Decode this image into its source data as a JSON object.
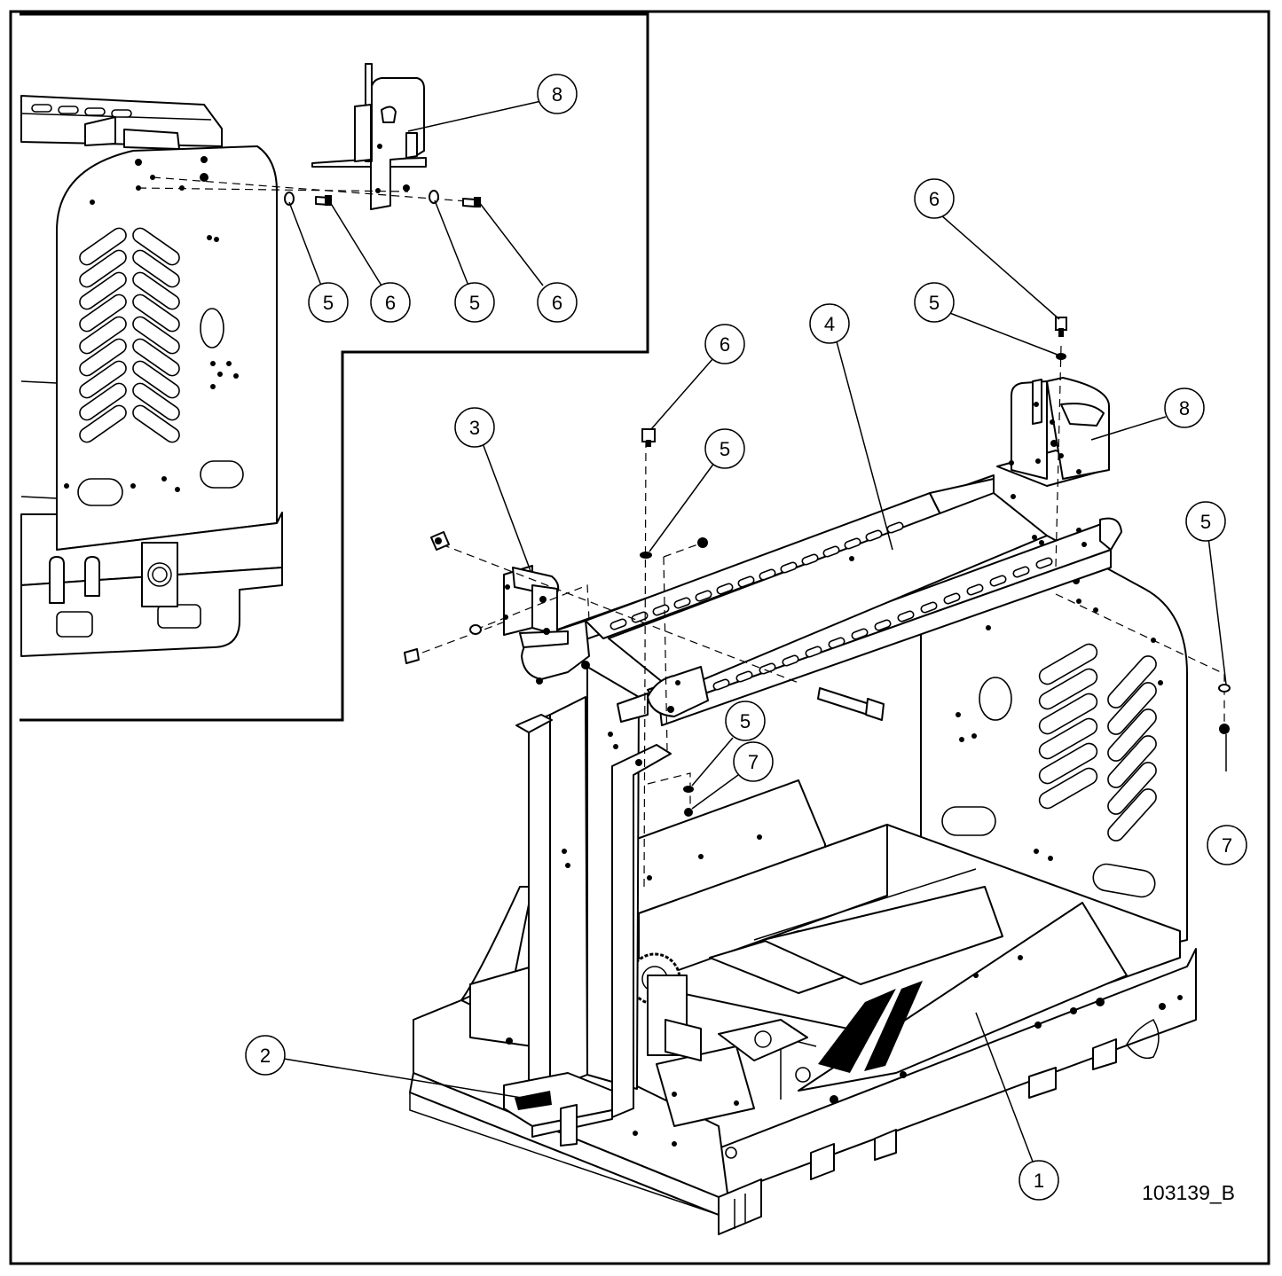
{
  "drawing": {
    "drawing_number": "103139_B"
  },
  "balloons": [
    {
      "label": "8",
      "group": "inset"
    },
    {
      "label": "5",
      "group": "inset"
    },
    {
      "label": "6",
      "group": "inset"
    },
    {
      "label": "5",
      "group": "inset"
    },
    {
      "label": "6",
      "group": "inset"
    },
    {
      "label": "6",
      "group": "main"
    },
    {
      "label": "5",
      "group": "main"
    },
    {
      "label": "4",
      "group": "main"
    },
    {
      "label": "8",
      "group": "main"
    },
    {
      "label": "6",
      "group": "main"
    },
    {
      "label": "5",
      "group": "main"
    },
    {
      "label": "3",
      "group": "main"
    },
    {
      "label": "5",
      "group": "main"
    },
    {
      "label": "5",
      "group": "main"
    },
    {
      "label": "7",
      "group": "main"
    },
    {
      "label": "7",
      "group": "main"
    },
    {
      "label": "2",
      "group": "main"
    },
    {
      "label": "1",
      "group": "main"
    }
  ],
  "colors": {
    "line": "#000000",
    "background": "#ffffff"
  }
}
